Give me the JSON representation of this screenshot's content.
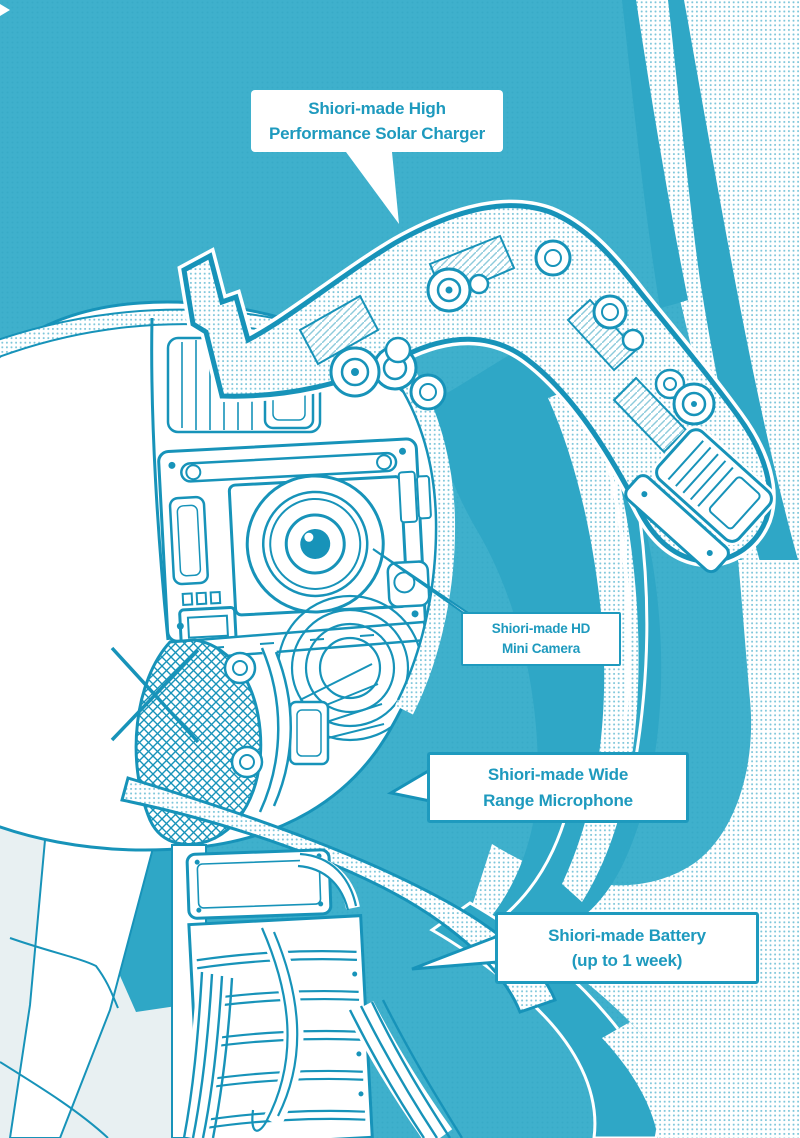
{
  "page": {
    "kind": "manga component diagram",
    "subject": "robot head cutaway with labeled internal components"
  },
  "colors": {
    "background_teal": "#3FB0CC",
    "line_teal": "#1793B9",
    "text_teal": "#1E9ABE",
    "hair_teal": "#2FA7C6",
    "pale_fill": "#E8F0F2",
    "panel_white": "#FFFFFF"
  },
  "labels": {
    "solar_charger": {
      "line1": "Shiori-made High",
      "line2": "Performance Solar Charger"
    },
    "camera": {
      "line1": "Shiori-made HD",
      "line2": "Mini Camera"
    },
    "microphone": {
      "line1": "Shiori-made Wide",
      "line2": "Range Microphone"
    },
    "battery": {
      "line1": "Shiori-made Battery",
      "line2": "(up to 1 week)"
    }
  },
  "components": [
    "solar-charger-arm",
    "hd-mini-camera",
    "wide-range-microphone",
    "battery-pack"
  ]
}
